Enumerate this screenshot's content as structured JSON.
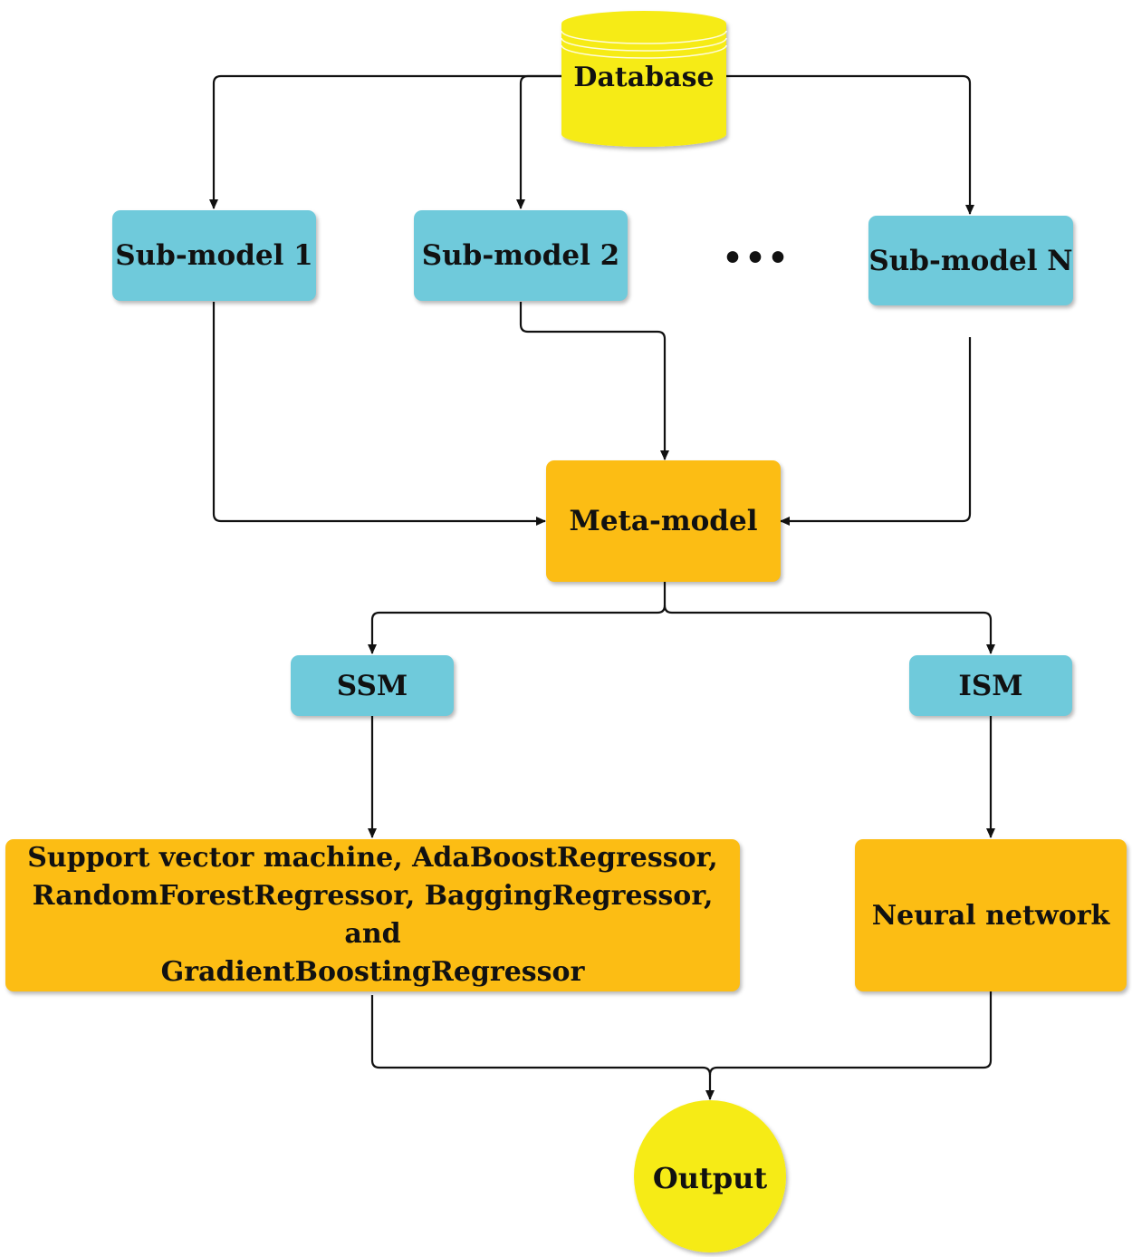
{
  "diagram": {
    "database": "Database",
    "submodels": [
      "Sub-model 1",
      "Sub-model 2",
      "Sub-model N"
    ],
    "ellipsis": "•••",
    "meta_model": "Meta-model",
    "ssm": "SSM",
    "ism": "ISM",
    "ssm_models": [
      "Support vector machine, AdaBoostRegressor,",
      "RandomForestRegressor, BaggingRegressor, and",
      "GradientBoostingRegressor"
    ],
    "ism_model": "Neural network",
    "output": "Output"
  },
  "colors": {
    "cylinder_fill": "#f6eb14",
    "cyan_box": "#6fcadb",
    "orange_box": "#fcbd14",
    "output_fill": "#f6eb14",
    "connector": "#111111"
  }
}
